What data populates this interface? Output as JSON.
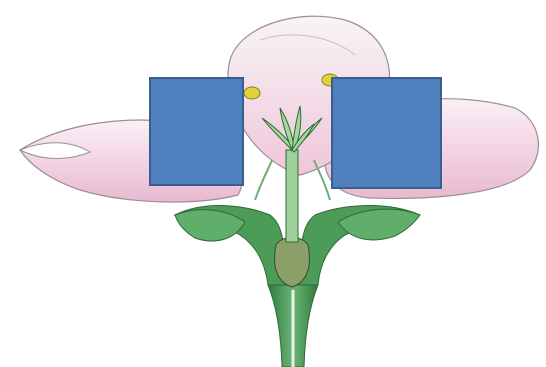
{
  "figure": {
    "subject": "flower-longitudinal-section",
    "label_boxes": [
      {
        "id": "left-label-box",
        "text": ""
      },
      {
        "id": "right-label-box",
        "text": ""
      }
    ],
    "colors": {
      "background": "#ffffff",
      "petal_fill": "#f2d4e3",
      "petal_shade": "#e6b3cc",
      "petal_outline": "#9c8e96",
      "stem_green": "#3f8f4a",
      "stem_light": "#7fc08a",
      "ovary": "#8da06a",
      "anther": "#e0d23a",
      "label_box_fill": "#4f80bd",
      "label_box_stroke": "#3a5f8f"
    }
  }
}
